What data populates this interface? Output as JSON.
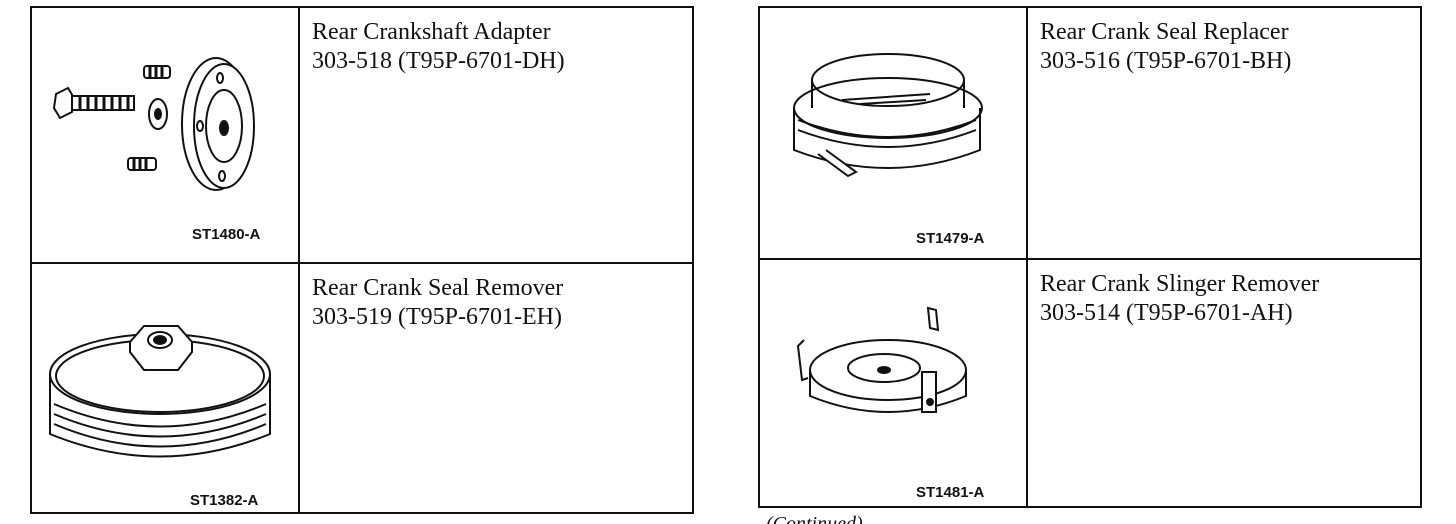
{
  "left_table": {
    "rows": [
      {
        "name": "Rear Crankshaft Adapter",
        "number": "303-518 (T95P-6701-DH)",
        "figure_code": "ST1480-A"
      },
      {
        "name": "Rear Crank Seal Remover",
        "number": "303-519 (T95P-6701-EH)",
        "figure_code": "ST1382-A"
      }
    ]
  },
  "right_table": {
    "rows": [
      {
        "name": "Rear Crank Seal Replacer",
        "number": "303-516 (T95P-6701-BH)",
        "figure_code": "ST1479-A"
      },
      {
        "name": "Rear Crank Slinger Remover",
        "number": "303-514 (T95P-6701-AH)",
        "figure_code": "ST1481-A"
      }
    ]
  },
  "footer": {
    "continued": "(Continued)"
  }
}
